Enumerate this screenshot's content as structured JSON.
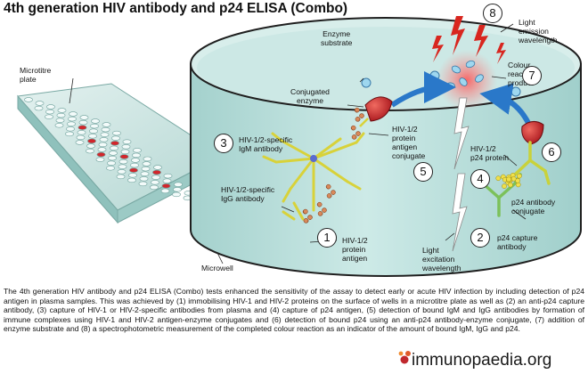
{
  "title": "4th generation HIV antibody and p24 ELISA (Combo)",
  "labels": {
    "microtitre_plate": "Microtitre\nplate",
    "microwell": "Microwell",
    "enzyme_substrate": "Enzyme\nsubstrate",
    "conjugated_enzyme": "Conjugated\nenzyme",
    "light_emission": "Light\nemission\nwavelength",
    "colour_reaction": "Colour\nreaction\nproduct",
    "igm_antibody": "HIV-1/2-specific\nIgM antibody",
    "protein_conjugate": "HIV-1/2\nprotein\nantigen\nconjugate",
    "igg_antibody": "HIV-1/2-specific\nIgG antibody",
    "protein_antigen": "HIV-1/2\nprotein\nantigen",
    "p24_protein": "HIV-1/2\np24 protein",
    "p24_conjugate": "p24 antibody\nconjugate",
    "p24_capture": "p24 capture\nantibody",
    "light_excitation": "Light\nexcitation\nwavelength"
  },
  "step_numbers": [
    "1",
    "2",
    "3",
    "4",
    "5",
    "6",
    "7",
    "8"
  ],
  "caption": "The 4th generation HIV antibody and p24 ELISA (Combo) tests enhanced the sensitivity of the assay to detect early or acute HIV infection by including detection of p24 antigen in plasma samples. This was achieved by (1) immobilising HIV-1 and HIV-2 proteins on the surface of wells in a microtitre plate as well as (2) an anti-p24 capture antibody, (3) capture of HIV-1 or HIV-2-specific antibodies from plasma and (4) capture of p24 antigen, (5) detection of bound IgM and IgG antibodies by formation of immune complexes using HIV-1 and HIV-2 antigen-enzyme conjugates and (6) detection of bound p24 using an anti-p24 antibody-enzyme conjugate, (7) addition of enzyme substrate and (8) a spectrophotometric measurement of the completed colour reaction as an indicator of the amount of bound IgM, IgG and p24.",
  "logo": "immunopaedia.org",
  "colors": {
    "well_liquid": "#bfe3e0",
    "well_rim": "#d9efec",
    "igm": "#d8d23a",
    "igg": "#d8d23a",
    "antigen_beads": "#d9895a",
    "enzyme": "#c0282d",
    "p24_capture_antibody": "#7cc15a",
    "p24_beads": "#f0e04a",
    "arrow": "#2a78c9",
    "lightning": "#d8261f"
  }
}
